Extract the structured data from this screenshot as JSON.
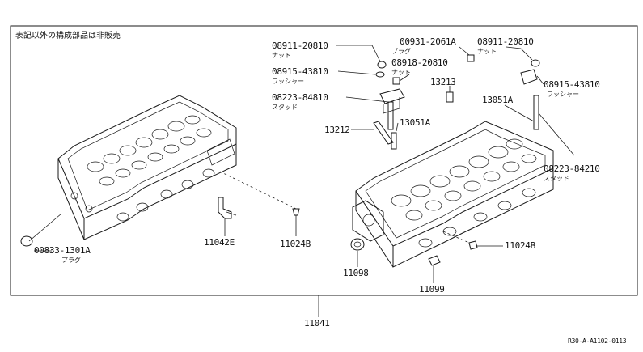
{
  "note": "表記以外の構成部品は非販売",
  "callouts": {
    "plug_left": {
      "part_no": "00833-1301A",
      "name": "プラグ"
    },
    "p11042e": {
      "part_no": "11042E"
    },
    "p11024b_left": {
      "part_no": "11024B"
    },
    "p11024b_right": {
      "part_no": "11024B"
    },
    "p11098": {
      "part_no": "11098"
    },
    "p11099": {
      "part_no": "11099"
    },
    "p11041": {
      "part_no": "11041"
    },
    "nut_top_left": {
      "part_no": "08911-20810",
      "name": "ナット"
    },
    "washer_left": {
      "part_no": "08915-43810",
      "name": "ワッシャー"
    },
    "stud_left": {
      "part_no": "08223-84810",
      "name": "スタッド"
    },
    "plug_top": {
      "part_no": "00931-2061A",
      "name": "プラグ"
    },
    "nut_mid": {
      "part_no": "08918-20810",
      "name": "ナット"
    },
    "p13213": {
      "part_no": "13213"
    },
    "p13212": {
      "part_no": "13212"
    },
    "p13051a_left": {
      "part_no": "13051A"
    },
    "nut_top_right": {
      "part_no": "08911-20810",
      "name": "ナット"
    },
    "washer_right": {
      "part_no": "08915-43810",
      "name": "ワッシャー"
    },
    "p13051a_right": {
      "part_no": "13051A"
    },
    "stud_right": {
      "part_no": "08223-84210",
      "name": "スタッド"
    }
  },
  "ref_code": "R30-A-A1102-0113"
}
